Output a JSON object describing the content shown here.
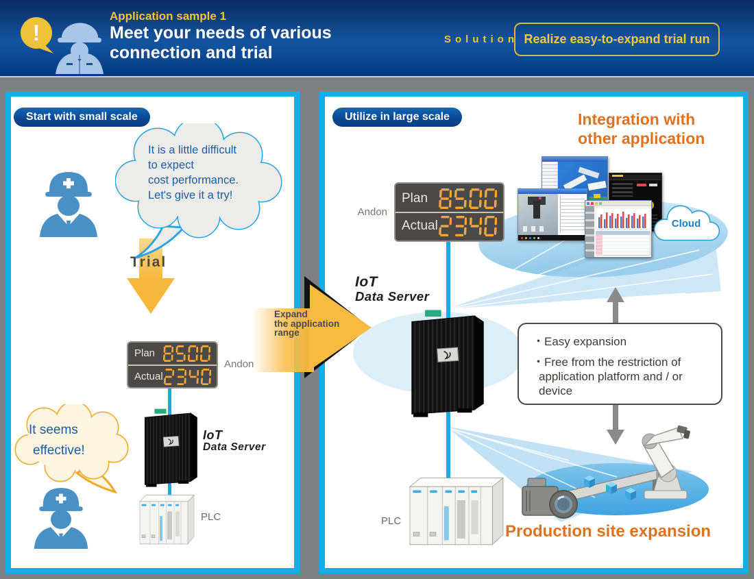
{
  "banner": {
    "kicker": "Application sample 1",
    "title1": "Meet your needs of various",
    "title2": "connection and trial",
    "solution": "Solution",
    "button": "Realize easy-to-expand trial run"
  },
  "andon": {
    "plan_label": "Plan",
    "plan_value": "8500",
    "actual_label": "Actual",
    "actual_value": "2340"
  },
  "left": {
    "badge": "Start with small scale",
    "bubble": [
      "It is a little difficult",
      "to expect",
      "cost performance.",
      "Let's give it a try!"
    ],
    "trial": "Trial",
    "andon_label": "Andon",
    "bubble2": [
      "It seems",
      "effective!"
    ],
    "server_line1": "IoT",
    "server_line2": "Data Server",
    "plc": "PLC"
  },
  "arrow": {
    "line1": "Expand",
    "line2": "the application",
    "line3": "range"
  },
  "right": {
    "badge": "Utilize in large scale",
    "heading1": "Integration with",
    "heading2": "other application",
    "andon_label": "Andon",
    "server_line1": "IoT",
    "server_line2": "Data Server",
    "cloud": "Cloud",
    "benefit1": "・Easy expansion",
    "benefit2": "・Free from the restriction of application platform and / or device",
    "production": "Production site expansion",
    "plc": "PLC"
  },
  "colors": {
    "accent_cyan": "#15ADE5",
    "accent_orange": "#E2711D",
    "accent_yellow": "#F8BB42",
    "banner_blue": "#14549F",
    "digit_orange": "#F3A43C"
  }
}
